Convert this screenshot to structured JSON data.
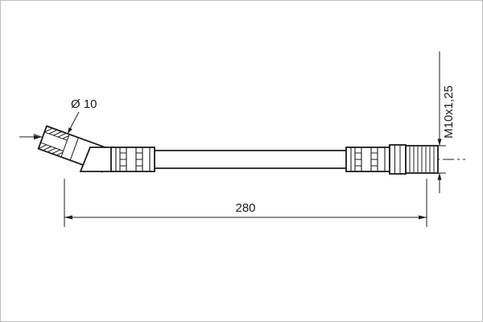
{
  "annotations": {
    "diameter_label": "Ø 10",
    "thread_label": "M10x1,25",
    "length_label": "280"
  },
  "colors": {
    "line": "#1c1c1c",
    "background": "#ffffff",
    "frame": "#bdbdbd"
  }
}
